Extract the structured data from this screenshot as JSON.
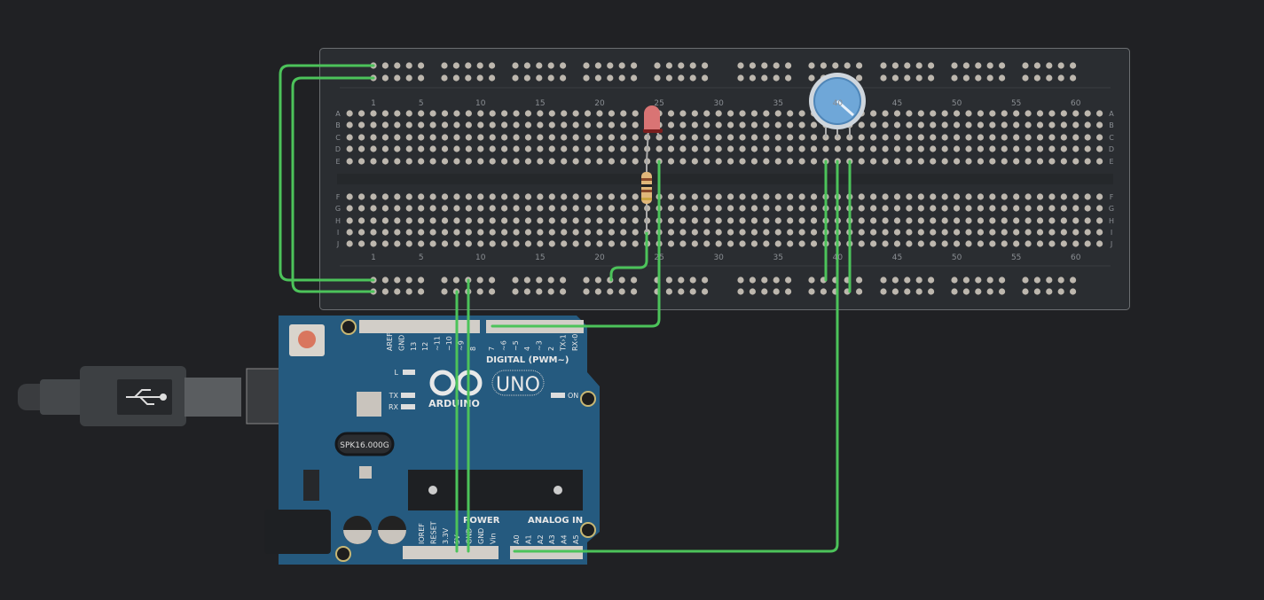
{
  "breadboard": {
    "column_labels": [
      "1",
      "5",
      "10",
      "15",
      "20",
      "25",
      "30",
      "35",
      "40",
      "45",
      "50",
      "55",
      "60"
    ],
    "row_labels_top": [
      "A",
      "B",
      "C",
      "D",
      "E"
    ],
    "row_labels_bottom": [
      "F",
      "G",
      "H",
      "I",
      "J"
    ]
  },
  "arduino": {
    "brand": "ARDUINO",
    "model": "UNO",
    "crystal": "SPK16.000G",
    "digital_header_label": "DIGITAL (PWM~)",
    "digital_pins_left": [
      "AREF",
      "GND",
      "13",
      "12",
      "~11",
      "~10",
      "~9",
      "8"
    ],
    "digital_pins_right": [
      "7",
      "~6",
      "~5",
      "4",
      "~3",
      "2",
      "TX›1",
      "RX‹0"
    ],
    "led_labels": [
      "L",
      "TX",
      "RX"
    ],
    "on_label": "ON",
    "power_label": "POWER",
    "power_pins": [
      "IOREF",
      "RESET",
      "3.3V",
      "5V",
      "GND",
      "GND",
      "Vin"
    ],
    "analog_label": "ANALOG IN",
    "analog_pins": [
      "A0",
      "A1",
      "A2",
      "A3",
      "A4",
      "A5"
    ]
  },
  "colors": {
    "wire": "#4cc35a",
    "board": "#255a7f",
    "breadboard": "#2a2d31",
    "led": "#d97474",
    "pot": "#6fa7d8"
  },
  "components": [
    "usb-cable",
    "arduino-uno",
    "breadboard",
    "led",
    "resistor",
    "potentiometer"
  ]
}
